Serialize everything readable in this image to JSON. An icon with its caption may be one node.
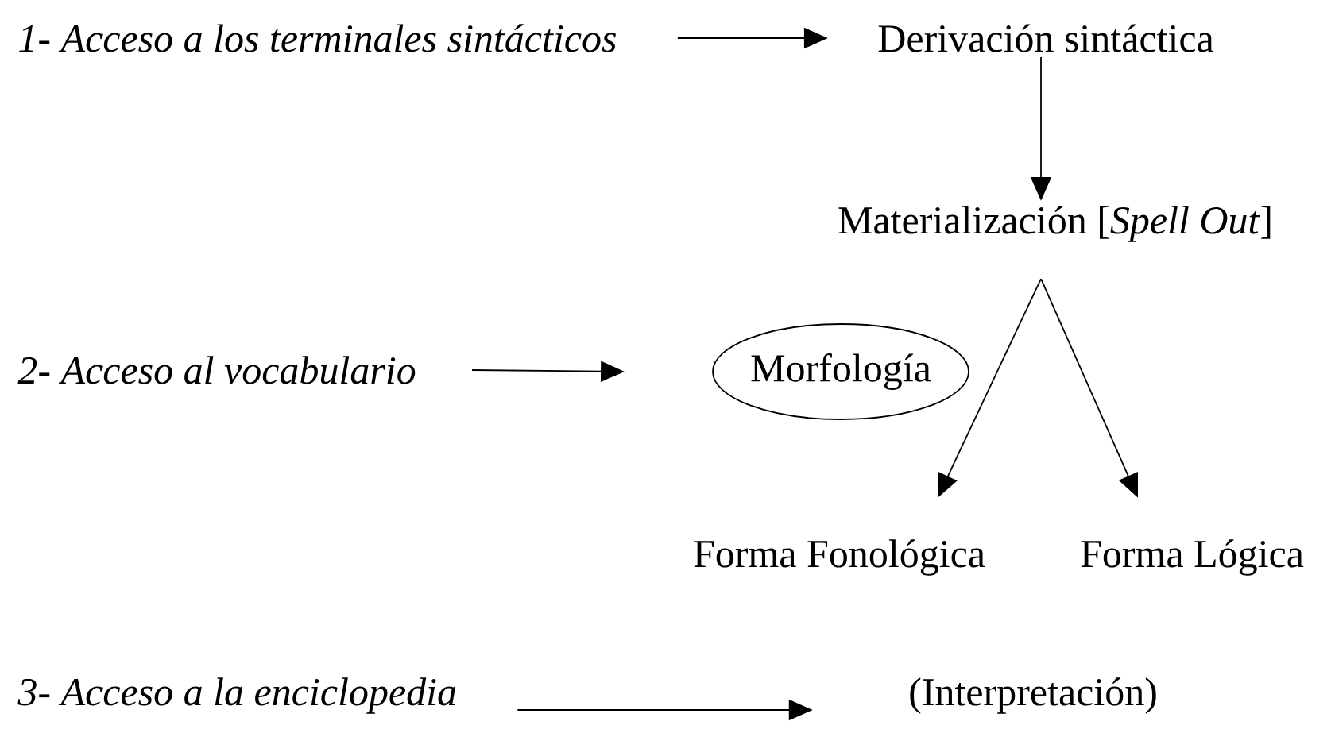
{
  "diagram": {
    "nodes": [
      {
        "text": [
          "1- Acceso a los terminales sintácticos"
        ]
      },
      {
        "text": [
          "Derivación sintáctica"
        ]
      },
      {
        "text": [
          "Materialización [*Spell Out*]"
        ]
      },
      {
        "text": [
          "2- Acceso al vocabulario"
        ]
      },
      {
        "text": [
          "Morfología"
        ]
      },
      {
        "text": [
          "Forma Fonológica"
        ]
      },
      {
        "text": [
          "Forma Lógica"
        ]
      },
      {
        "text": [
          "3- Acceso a la enciclopedia"
        ]
      },
      {
        "text": [
          "(Interpretación)"
        ]
      }
    ],
    "edges": [
      {
        "from": 0,
        "to": 1,
        "arrow": "to"
      },
      {
        "from": 1,
        "to": 2,
        "arrow": "to"
      },
      {
        "from": 3,
        "to": 4,
        "arrow": "to"
      },
      {
        "from": 2,
        "to": 5,
        "arrow": "to"
      },
      {
        "from": 2,
        "to": 6,
        "arrow": "to"
      },
      {
        "from": 7,
        "to": 8,
        "arrow": "to"
      }
    ]
  }
}
